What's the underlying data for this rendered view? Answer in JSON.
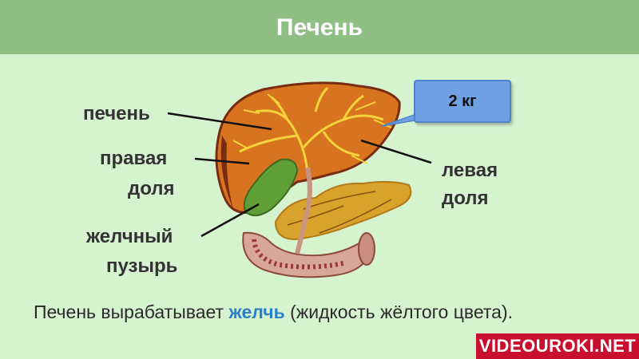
{
  "header": {
    "title": "Печень"
  },
  "diagram": {
    "labels": {
      "liver": "печень",
      "right_lobe_line1": "правая",
      "right_lobe_line2": "доля",
      "gallbladder_line1": "желчный",
      "gallbladder_line2": "пузырь",
      "left_lobe_line1": "левая",
      "left_lobe_line2": "доля"
    },
    "callout": "2 кг"
  },
  "caption": {
    "before": "Печень вырабатывает ",
    "highlight": "желчь",
    "after": " (жидкость жёлтого цвета)."
  },
  "colors": {
    "header": "#8fbf85",
    "background": "#d6f3d0",
    "liver": "#d8741f",
    "gallbladder": "#5f9f36",
    "pancreas": "#d9a32b",
    "callout": "#6ea0e2",
    "highlight": "#2a7fc9"
  },
  "logo": {
    "text": "VIDEOUROKI.NET"
  }
}
